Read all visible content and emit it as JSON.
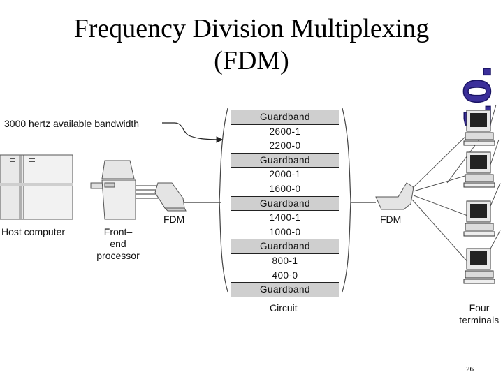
{
  "title_line1": "Frequency Division Multiplexing",
  "title_line2": "(FDM)",
  "bandwidth_label": "3000 hertz available bandwidth",
  "host_label": "Host computer",
  "frontend_label": [
    "Front–",
    "end",
    "processor"
  ],
  "fdm_left": "FDM",
  "fdm_right": "FDM",
  "circuit_label": "Circuit",
  "terminals_label": [
    "Four",
    "terminals"
  ],
  "bands": [
    {
      "text": "Guardband",
      "kind": "guard"
    },
    {
      "text": "2600-1",
      "kind": "freq"
    },
    {
      "text": "2200-0",
      "kind": "freq"
    },
    {
      "text": "Guardband",
      "kind": "guard"
    },
    {
      "text": "2000-1",
      "kind": "freq"
    },
    {
      "text": "1600-0",
      "kind": "freq"
    },
    {
      "text": "Guardband",
      "kind": "guard"
    },
    {
      "text": "1400-1",
      "kind": "freq"
    },
    {
      "text": "1000-0",
      "kind": "freq"
    },
    {
      "text": "Guardband",
      "kind": "guard"
    },
    {
      "text": "800-1",
      "kind": "freq"
    },
    {
      "text": "400-0",
      "kind": "freq"
    },
    {
      "text": "Guardband",
      "kind": "guard"
    }
  ],
  "watermark": "10.",
  "page_number": "26"
}
